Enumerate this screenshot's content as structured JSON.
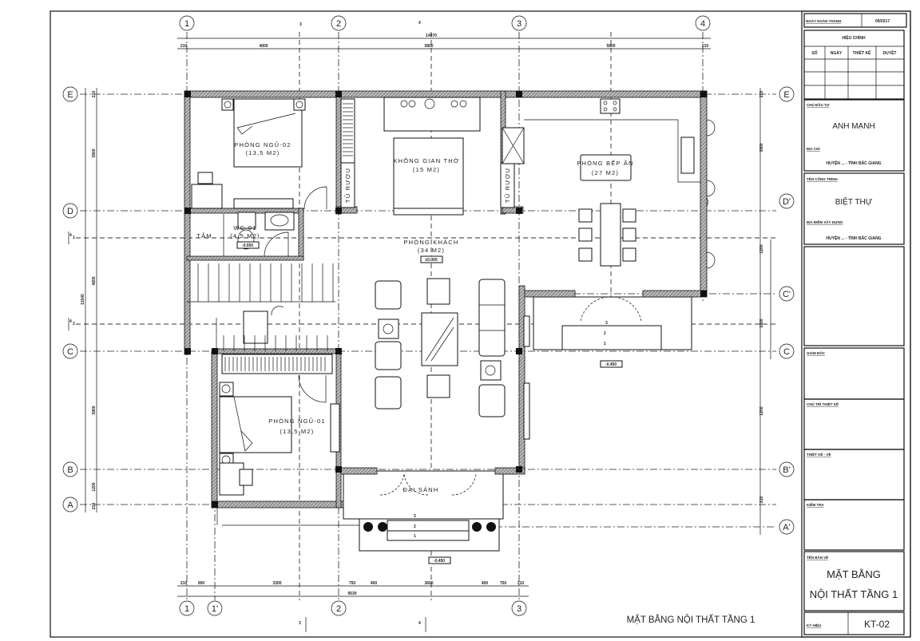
{
  "drawing_title": "MẶT BẰNG NỘI THẤT TẦNG 1",
  "grid": {
    "v": [
      "1",
      "2",
      "3",
      "4"
    ],
    "v_bottom": [
      "1",
      "1'",
      "2",
      "3"
    ],
    "h_left": [
      "E",
      "D",
      "C",
      "B",
      "A"
    ],
    "h_right": [
      "E",
      "D'",
      "C'",
      "C",
      "B'",
      "A'"
    ],
    "section_top": [
      "3",
      "4"
    ],
    "section_bottom": [
      "3",
      "4"
    ],
    "section_side": [
      "4",
      "4"
    ],
    "section_side_sub": [
      "1",
      "2"
    ]
  },
  "dimensions": {
    "top_total": "14570",
    "top": [
      "210",
      "4000",
      "5800",
      "5800",
      "210"
    ],
    "bottom_total": "9530",
    "bottom": [
      "210",
      "900",
      "3300",
      "750",
      "400",
      "3600",
      "400",
      "750",
      "210"
    ],
    "left_total": "11540",
    "left": [
      "210",
      "3900",
      "4800",
      "3900",
      "1200",
      "210"
    ],
    "right": [
      "210",
      "3900",
      "1200",
      "1800",
      "1200",
      "210"
    ]
  },
  "rooms": {
    "bedroom2": {
      "name": "PHÒNG NGỦ-02",
      "area": "(13,5 M2)"
    },
    "worship": {
      "name": "KHÔNG GIAN THỜ",
      "area": "(15 M2)"
    },
    "kitchen": {
      "name": "PHÒNG BẾP ĂN",
      "area": "(27 M2)"
    },
    "living": {
      "name": "PHÒNG KHÁCH",
      "area": "(34 M2)"
    },
    "bedroom1": {
      "name": "PHÒNG NGỦ-01",
      "area": "(13,5 M2)"
    },
    "wc": {
      "name": "WC-01",
      "area": "(4,5 M2)"
    },
    "shower": {
      "name": "TẮM"
    },
    "wine1": {
      "name": "TỦ RƯỢU"
    },
    "wine2": {
      "name": "TỦ RƯỢU"
    },
    "hall": {
      "name": "ĐẠI SẢNH"
    }
  },
  "levels": [
    "±0.000",
    "-0.050",
    "-0.450",
    "-0.450"
  ],
  "steps": [
    "3",
    "2",
    "1"
  ],
  "title_block": {
    "completion_label": "NGÀY HOÀN THÀNH",
    "completion_date": "09/2017",
    "revision_label": "HIỆU CHỈNH",
    "revision_cols": [
      "SỐ",
      "NGÀY",
      "THIẾT KẾ",
      "DUYỆT"
    ],
    "owner_label": "CHỦ ĐẦU TƯ",
    "owner": "ANH MẠNH",
    "address_label": "ĐỊA CHỈ",
    "address": "HUYỆN ... - TỈNH BẮC GIANG",
    "project_label": "TÊN CÔNG TRÌNH",
    "project": "BIỆT THỰ",
    "site_label": "ĐỊA ĐIỂM XÂY DỰNG",
    "site": "HUYỆN ... - TỈNH BẮC GIANG",
    "director_label": "GIÁM ĐỐC",
    "lead_label": "CHỦ TRÌ THIẾT KẾ",
    "designer_label": "THIẾT KẾ - VẼ",
    "checker_label": "KIỂM TRA",
    "sheet_name_label": "TÊN BẢN VẼ",
    "sheet_name_1": "MẶT BẰNG",
    "sheet_name_2": "NỘI THẤT TẦNG 1",
    "sheet_no_label": "KÝ HIỆU",
    "sheet_no": "KT-02"
  }
}
